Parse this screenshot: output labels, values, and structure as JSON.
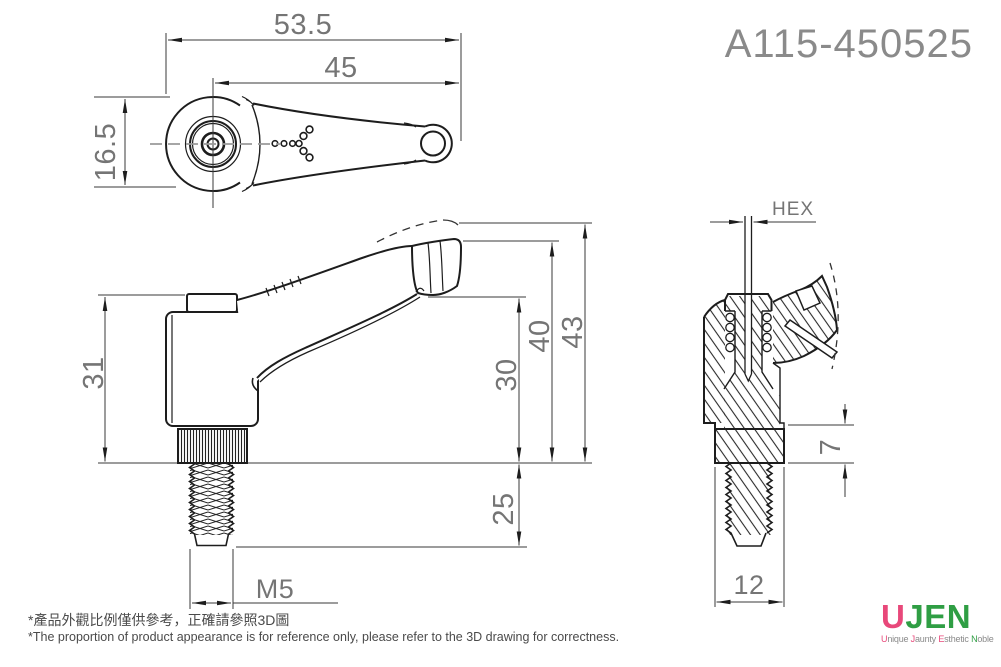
{
  "part_number": "A115-450525",
  "views": {
    "top_view": {
      "dims": {
        "total_length": "53.5",
        "arm_length": "45",
        "head_width": "16.5"
      }
    },
    "front_view": {
      "dims": {
        "body_height": "31",
        "grip_height": "30",
        "handle_height": "40",
        "max_height": "43",
        "thread_length": "25",
        "thread_size": "M5"
      }
    },
    "section_view": {
      "dims": {
        "hex_socket": "HEX",
        "collar_height": "7",
        "collar_diameter": "12"
      }
    }
  },
  "notes": {
    "zh": "*產品外觀比例僅供參考，正確請參照3D圖",
    "en": "*The proportion of product appearance is for reference only, please refer to the 3D drawing for correctness."
  },
  "logo": {
    "u": "U",
    "jen": "JEN",
    "tagline": [
      {
        "head": "U",
        "rest": "nique"
      },
      {
        "head": "J",
        "rest": "aunty"
      },
      {
        "head": "E",
        "rest": "sthetic"
      },
      {
        "head": "N",
        "rest": "oble"
      }
    ]
  },
  "brand": {
    "pink": "#e8487a",
    "green": "#2f9e44",
    "text": "#757575",
    "line": "#1d1d1d",
    "dim": "#3a3a3a"
  }
}
